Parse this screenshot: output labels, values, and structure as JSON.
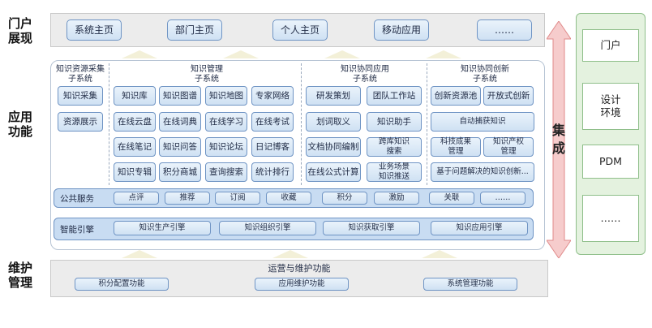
{
  "layers": {
    "portal": "门户\n展现",
    "application": "应用\n功能",
    "maintenance": "维护\n管理"
  },
  "portal_items": [
    "系统主页",
    "部门主页",
    "个人主页",
    "移动应用",
    "……"
  ],
  "sections": [
    {
      "title": "知识资源采集\n子系统"
    },
    {
      "title": "知识管理\n子系统"
    },
    {
      "title": "知识协同应用\n子系统"
    },
    {
      "title": "知识协同创新\n子系统"
    }
  ],
  "collect_items": [
    "知识采集",
    "资源展示"
  ],
  "manage_items": [
    [
      "知识库",
      "知识图谱",
      "知识地图",
      "专家网络"
    ],
    [
      "在线云盘",
      "在线词典",
      "在线学习",
      "在线考试"
    ],
    [
      "在线笔记",
      "知识问答",
      "知识论坛",
      "日记博客"
    ],
    [
      "知识专辑",
      "积分商城",
      "查询搜索",
      "统计排行"
    ]
  ],
  "collab_items": [
    [
      "研发策划",
      "团队工作站"
    ],
    [
      "划词取义",
      "知识助手"
    ],
    [
      "文档协同编制",
      "跨库知识\n搜索"
    ],
    [
      "在线公式计算",
      "业务场景\n知识推送"
    ]
  ],
  "innov_items": [
    [
      "创新资源池",
      "开放式创新"
    ],
    [
      "自动捕获知识"
    ],
    [
      "科技成果\n管理",
      "知识产权\n管理"
    ],
    [
      "基于问题解决的知识创新..."
    ]
  ],
  "public_service": {
    "label": "公共服务",
    "items": [
      "点评",
      "推荐",
      "订阅",
      "收藏",
      "积分",
      "激励",
      "关联",
      "……"
    ]
  },
  "engine": {
    "label": "智能引擎",
    "items": [
      "知识生产引擎",
      "知识组织引擎",
      "知识获取引擎",
      "知识应用引擎"
    ]
  },
  "maintenance": {
    "title": "运营与维护功能",
    "items": [
      "积分配置功能",
      "应用维护功能",
      "系统管理功能"
    ]
  },
  "integration": "集\n成",
  "right_items": [
    "门户",
    "设计\n环境",
    "PDM",
    "……"
  ],
  "colors": {
    "button_border": "#6f94c4",
    "button_fill": "#d6e6f6",
    "integration_arrow": "#f3c6c6",
    "integration_border": "#e08a8a",
    "right_panel": "#e4f2df",
    "right_border": "#8fbf8a",
    "panel_gray": "#ececec"
  }
}
